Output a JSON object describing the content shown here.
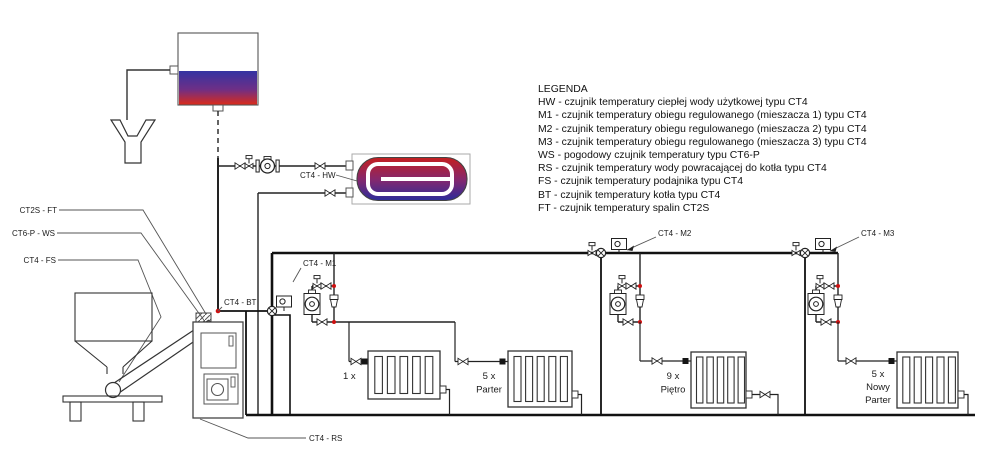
{
  "legend": {
    "title": "LEGENDA",
    "entries": [
      "HW - czujnik temperatury ciepłej wody użytkowej typu CT4",
      "M1 - czujnik temperatury obiegu regulowanego (mieszacza 1) typu CT4",
      "M2 - czujnik temperatury obiegu regulowanego (mieszacza 2) typu CT4",
      "M3 - czujnik temperatury obiegu regulowanego (mieszacza 3) typu CT4",
      "WS - pogodowy czujnik temperatury typu CT6-P",
      "RS - czujnik temperatury wody powracającej do kotła typu CT4",
      "FS - czujnik temperatury podajnika typu CT4",
      "BT - czujnik temperatury kotła typu CT4",
      "FT - czujnik temperatury spalin CT2S"
    ]
  },
  "labels": {
    "ct2s_ft": "CT2S - FT",
    "ct6p_ws": "CT6-P - WS",
    "ct4_fs": "CT4 - FS",
    "ct4_hw": "CT4 - HW",
    "ct4_bt": "CT4 - BT",
    "ct4_rs": "CT4 - RS",
    "ct4_m1": "CT4 - M1",
    "ct4_m2": "CT4 - M2",
    "ct4_m3": "CT4 - M3"
  },
  "radiators": [
    {
      "lines": [
        "1 x"
      ]
    },
    {
      "lines": [
        "5 x",
        "Parter"
      ]
    },
    {
      "lines": [
        "9 x",
        "Piętro"
      ]
    },
    {
      "lines": [
        "5 x",
        "Nowy",
        "Parter"
      ]
    }
  ],
  "colors": {
    "line": "#222222",
    "red_dot": "#cc1111",
    "tank_blue": "#3434a2",
    "tank_red": "#d92b1c",
    "hw_red": "#c41f1f",
    "hw_blue": "#2c2c9a"
  }
}
